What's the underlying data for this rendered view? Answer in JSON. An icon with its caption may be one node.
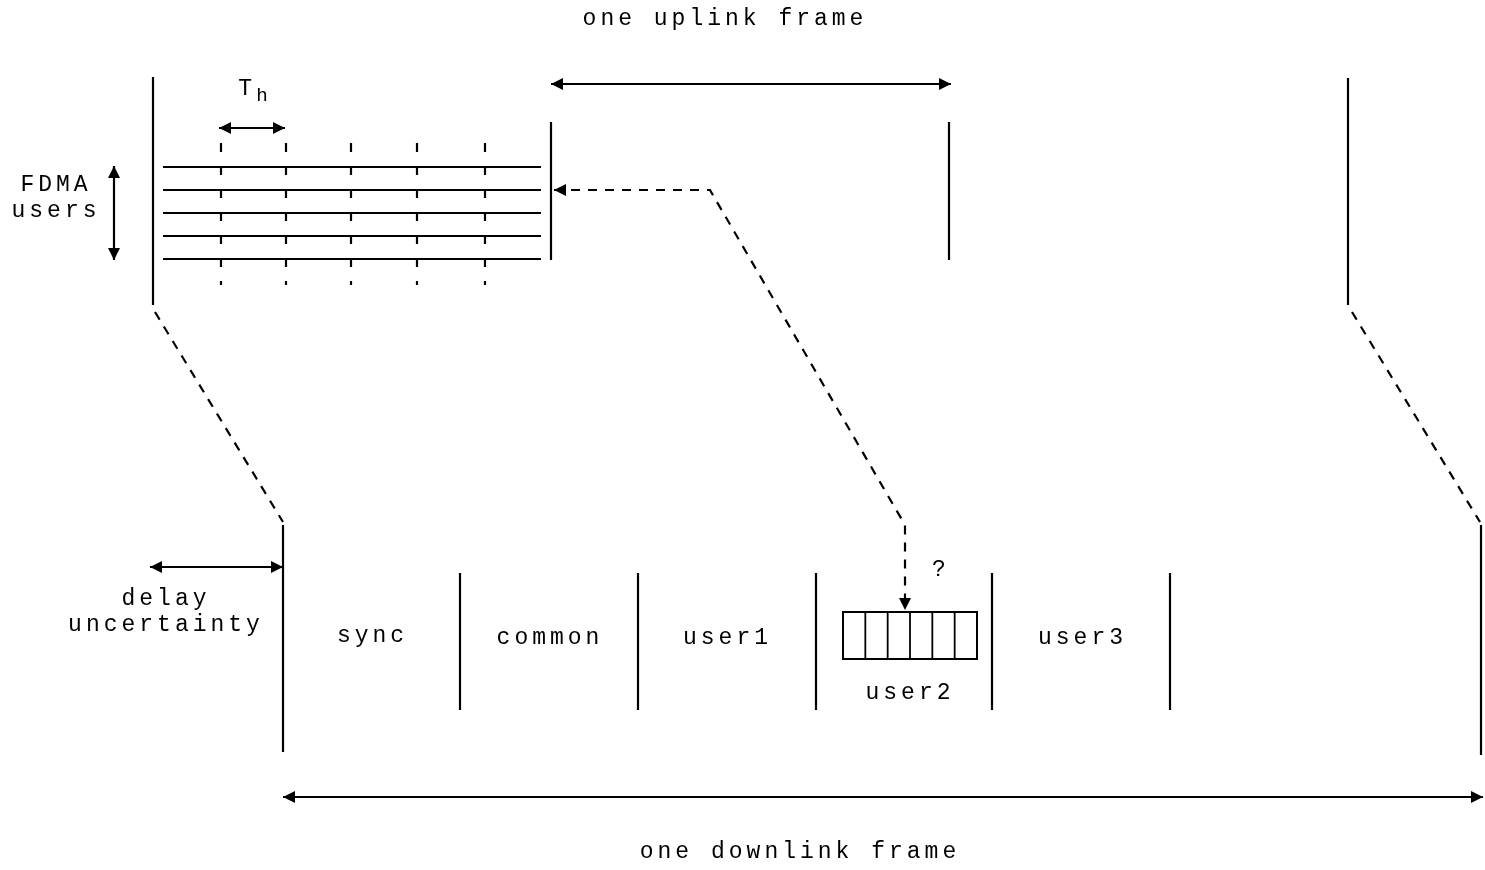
{
  "diagram": {
    "nodes": [
      {
        "text": [],
        "shape": "picture"
      },
      {
        "text": [],
        "shape": "box",
        "beside": [
          "user2"
        ]
      }
    ],
    "edges": [
      {
        "from": 0,
        "to": 1,
        "arrow": "both",
        "style": "dashed"
      }
    ],
    "labels": [
      "one uplink frame",
      "T$_{h}$",
      "FDMA users",
      "delay uncertainty",
      "sync",
      "common",
      "user1",
      "?",
      "user3",
      "one downlink frame"
    ]
  }
}
